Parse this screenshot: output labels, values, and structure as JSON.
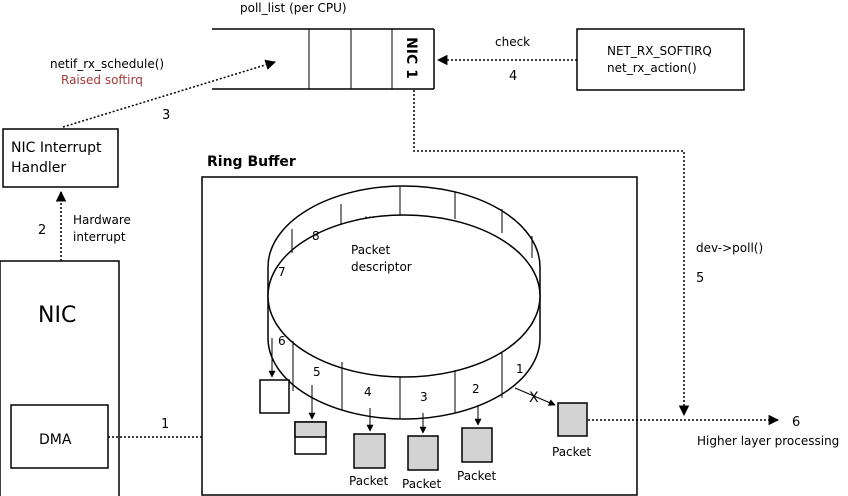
{
  "poll_list": {
    "title": "poll_list (per CPU)",
    "slot_label": "NIC 1"
  },
  "softirq": {
    "line1": "NET_RX_SOFTIRQ",
    "line2": "net_rx_action()"
  },
  "check_label": "check",
  "schedule": {
    "fn": "netif_rx_schedule()",
    "note": "Raised softirq"
  },
  "handler": {
    "line1": "NIC Interrupt",
    "line2": "Handler"
  },
  "hw_interrupt": {
    "line1": "Hardware",
    "line2": "interrupt"
  },
  "nic_label": "NIC",
  "dma_label": "DMA",
  "ring_buffer": {
    "title": "Ring Buffer",
    "descriptor": {
      "line1": "Packet",
      "line2": "descriptor"
    },
    "ellipsis": "...",
    "slot_numbers": [
      "1",
      "2",
      "3",
      "4",
      "5",
      "6",
      "7",
      "8"
    ]
  },
  "dev_poll": "dev->poll()",
  "higher_layer": "Higher layer processing",
  "packet_label": "Packet",
  "x_mark": "X",
  "steps": [
    "1",
    "2",
    "3",
    "4",
    "5",
    "6"
  ],
  "colors": {
    "note": "#a33a3a",
    "packet_fill": "#d3d3d3"
  }
}
